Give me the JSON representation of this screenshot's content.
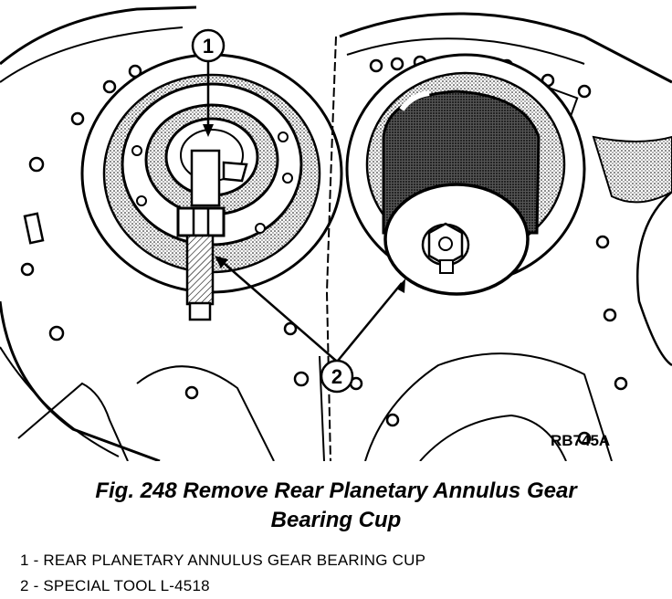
{
  "figure": {
    "callouts": [
      {
        "number": "1"
      },
      {
        "number": "2"
      }
    ],
    "reference_code": "RB745A"
  },
  "caption": {
    "line1": "Fig. 248 Remove Rear Planetary Annulus Gear",
    "line2": "Bearing Cup"
  },
  "legend": [
    {
      "text": "1 - REAR PLANETARY ANNULUS GEAR BEARING CUP"
    },
    {
      "text": "2 - SPECIAL TOOL L-4518"
    }
  ]
}
